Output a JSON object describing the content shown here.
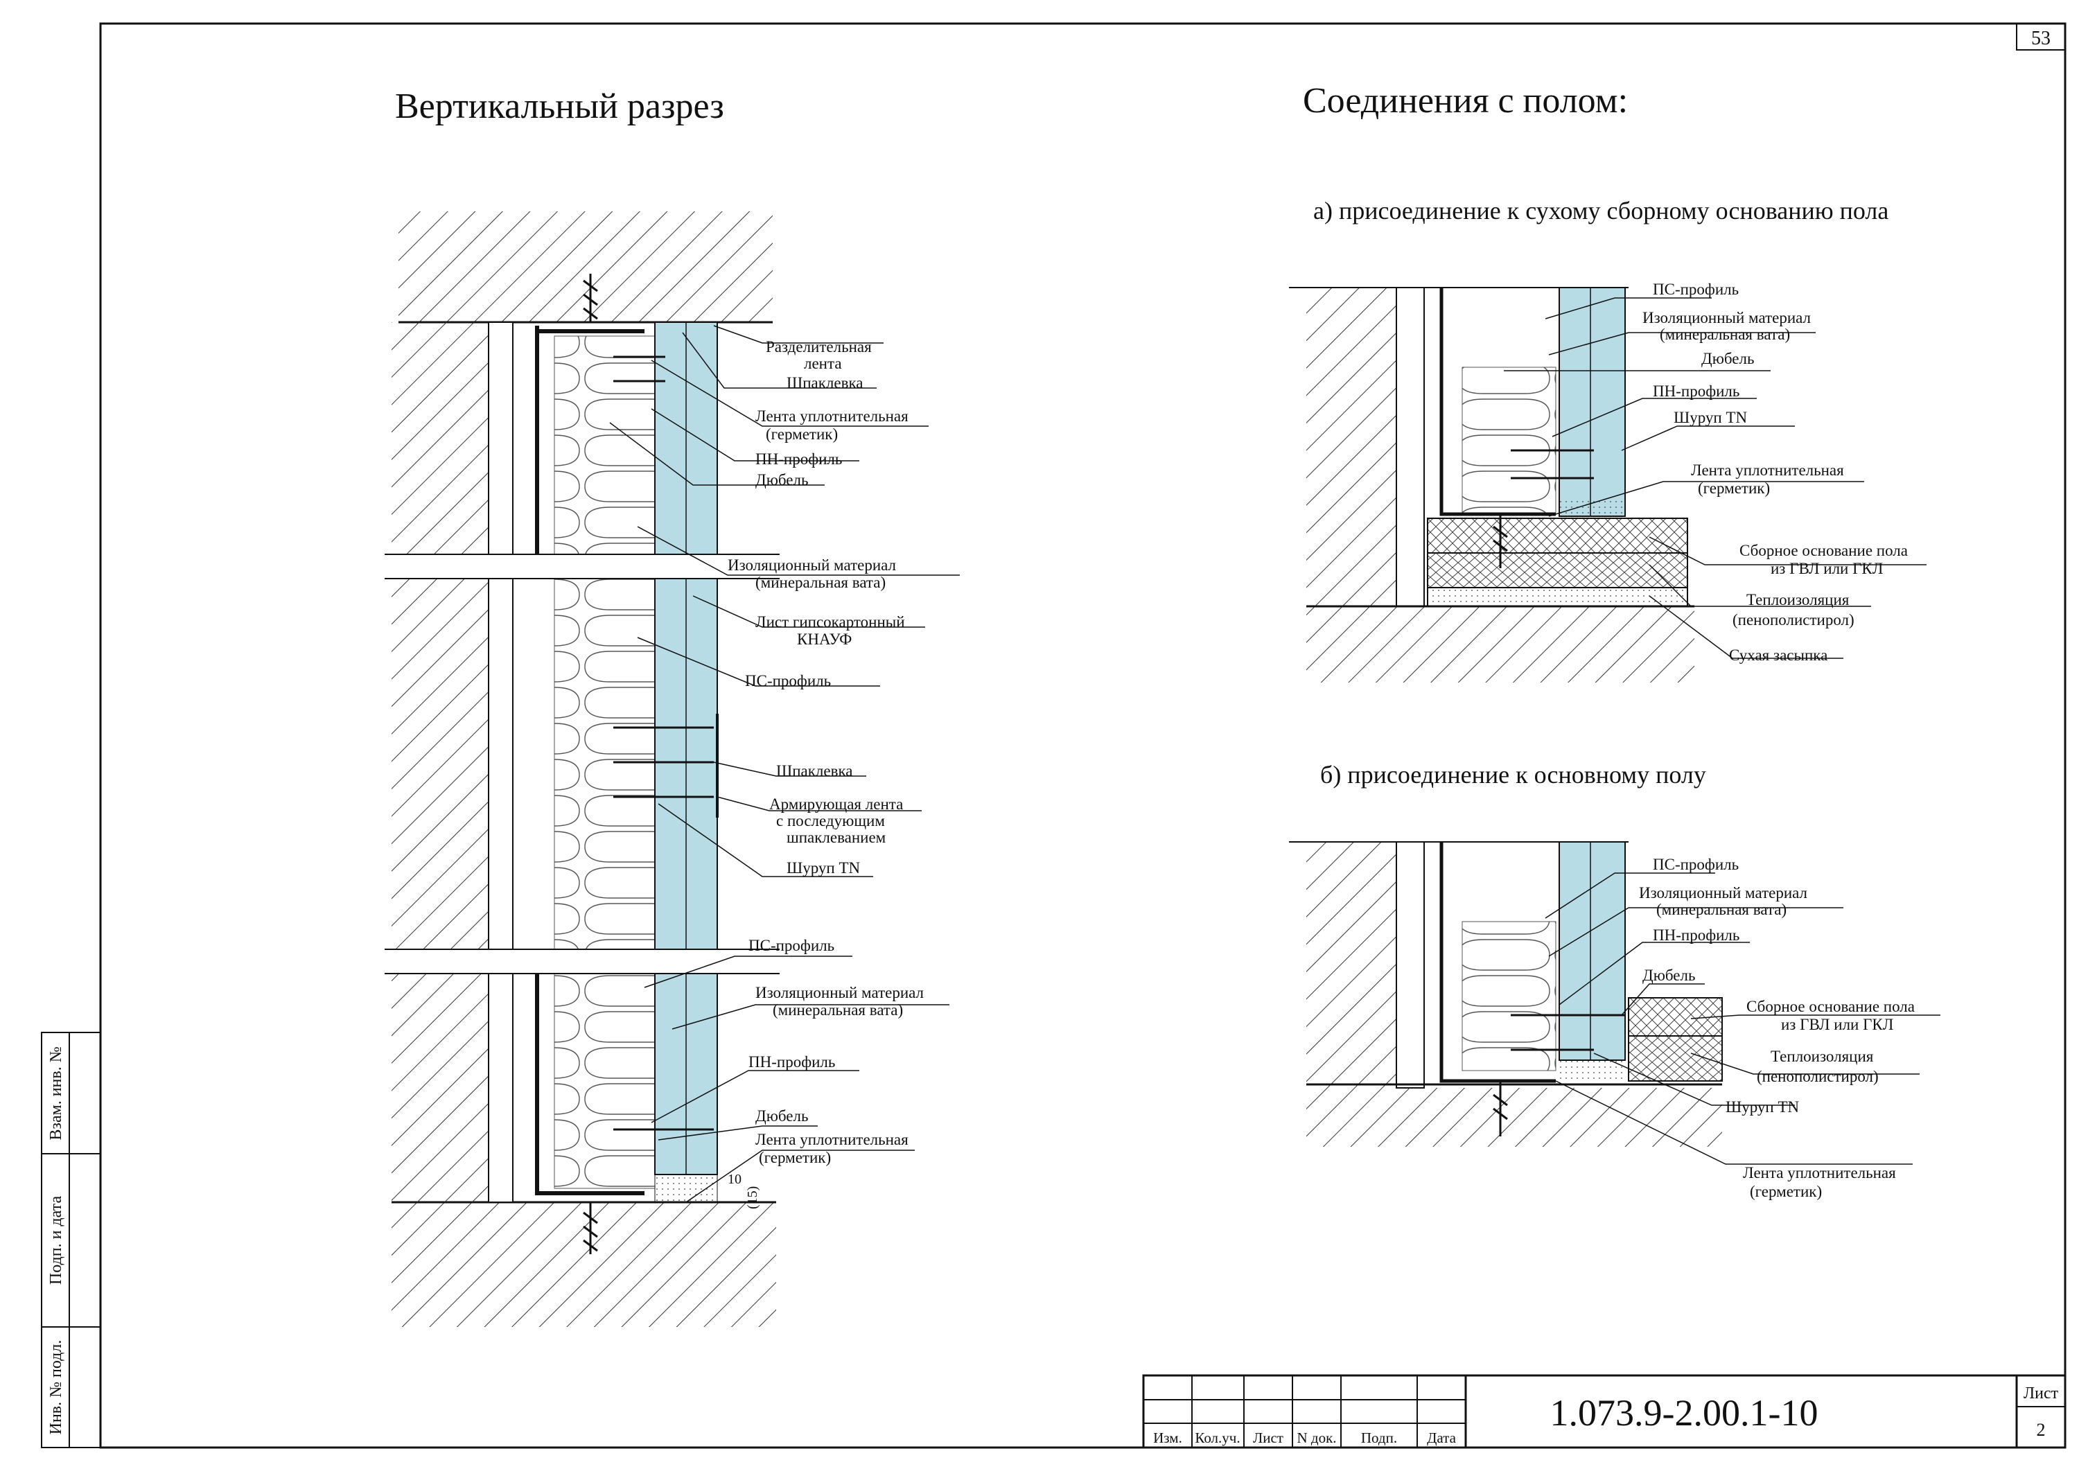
{
  "sheet_number_top": "53",
  "left_title": "Вертикальный разрез",
  "right_title": "Соединения с полом:",
  "sub_a": "а)  присоединение к сухому сборному основанию пола",
  "sub_b": "б)  присоединение к основному полу",
  "left_labels": {
    "razdel_1": "Разделительная",
    "razdel_2": "лента",
    "shpaklevka_top": "Шпаклевка",
    "lenta_upl_1": "Лента уплотнительная",
    "lenta_upl_2": "(герметик)",
    "pn_top": "ПН-профиль",
    "dubel_top": "Дюбель",
    "izol_1": "Изоляционный материал",
    "izol_2": "(минеральная вата)",
    "list_1": "Лист гипсокартонный",
    "list_2": "КНАУФ",
    "ps_mid": "ПС-профиль",
    "shpaklevka_mid": "Шпаклевка",
    "arm_1": "Армирующая лента",
    "arm_2": "с последующим",
    "arm_3": "шпаклеванием",
    "shurup_mid": "Шуруп TN",
    "ps_low": "ПС-профиль",
    "izol_low_1": "Изоляционный материал",
    "izol_low_2": "(минеральная вата)",
    "pn_low": "ПН-профиль",
    "dubel_low": "Дюбель",
    "lenta_low_1": "Лента уплотнительная",
    "lenta_low_2": "(герметик)",
    "dim_1": "10",
    "dim_2": "(15)"
  },
  "a_labels": {
    "ps": "ПС-профиль",
    "izol_1": "Изоляционный материал",
    "izol_2": "(минеральная вата)",
    "dubel": "Дюбель",
    "pn": "ПН-профиль",
    "shurup": "Шуруп TN",
    "lenta_1": "Лента уплотнительная",
    "lenta_2": "(герметик)",
    "sborn_1": "Сборное основание пола",
    "sborn_2": "из ГВЛ или ГКЛ",
    "teplo_1": "Теплоизоляция",
    "teplo_2": "(пенополистирол)",
    "zasypka": "Сухая засыпка"
  },
  "b_labels": {
    "ps": "ПС-профиль",
    "izol_1": "Изоляционный материал",
    "izol_2": "(минеральная вата)",
    "pn": "ПН-профиль",
    "dubel": "Дюбель",
    "sborn_1": "Сборное основание пола",
    "sborn_2": "из ГВЛ или ГКЛ",
    "teplo_1": "Теплоизоляция",
    "teplo_2": "(пенополистирол)",
    "shurup": "Шуруп TN",
    "lenta_1": "Лента уплотнительная",
    "lenta_2": "(герметик)"
  },
  "side_stamps": [
    "Взам. инв. №",
    "Подп. и дата",
    "Инв. № подл."
  ],
  "title_block": {
    "columns": [
      "Изм.",
      "Кол.уч.",
      "Лист",
      "N док.",
      "Подп.",
      "Дата"
    ],
    "code": "1.073.9-2.00.1-10",
    "sheet_label": "Лист",
    "sheet_value": "2"
  },
  "colors": {
    "gypsum": "#b8dce6",
    "line": "#111111"
  }
}
